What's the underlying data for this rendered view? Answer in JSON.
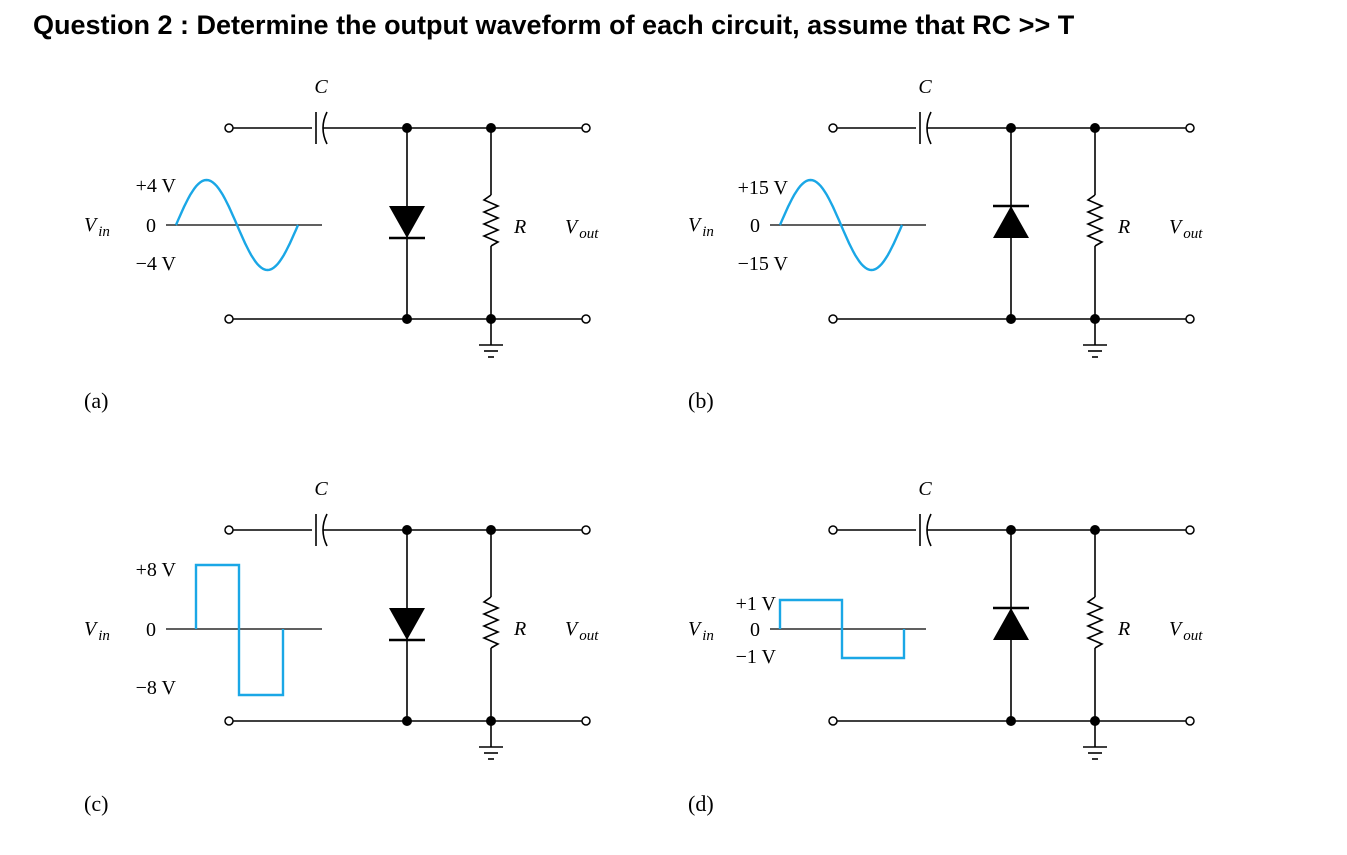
{
  "title": "Question 2 : Determine the output waveform of each circuit, assume that  RC >> T",
  "colors": {
    "wave": "#1aa7e6",
    "wire": "#000000"
  },
  "circuits": [
    {
      "id": "a",
      "caption": "(a)",
      "cap_label": "C",
      "res_label": "R",
      "vin_main": "V",
      "vin_sub": "in",
      "vout_main": "V",
      "vout_sub": "out",
      "v_pos": "+4 V",
      "v_zero": "0",
      "v_neg": "−4 V",
      "wave_type": "sine",
      "diode_direction": "down"
    },
    {
      "id": "b",
      "caption": "(b)",
      "cap_label": "C",
      "res_label": "R",
      "vin_main": "V",
      "vin_sub": "in",
      "vout_main": "V",
      "vout_sub": "out",
      "v_pos": "+15 V",
      "v_zero": "0",
      "v_neg": "−15 V",
      "wave_type": "sine",
      "diode_direction": "up"
    },
    {
      "id": "c",
      "caption": "(c)",
      "cap_label": "C",
      "res_label": "R",
      "vin_main": "V",
      "vin_sub": "in",
      "vout_main": "V",
      "vout_sub": "out",
      "v_pos": "+8 V",
      "v_zero": "0",
      "v_neg": "−8 V",
      "wave_type": "square",
      "diode_direction": "down"
    },
    {
      "id": "d",
      "caption": "(d)",
      "cap_label": "C",
      "res_label": "R",
      "vin_main": "V",
      "vin_sub": "in",
      "vout_main": "V",
      "vout_sub": "out",
      "v_pos": "+1 V",
      "v_zero": "0",
      "v_neg": "−1 V",
      "wave_type": "square",
      "diode_direction": "up"
    }
  ]
}
